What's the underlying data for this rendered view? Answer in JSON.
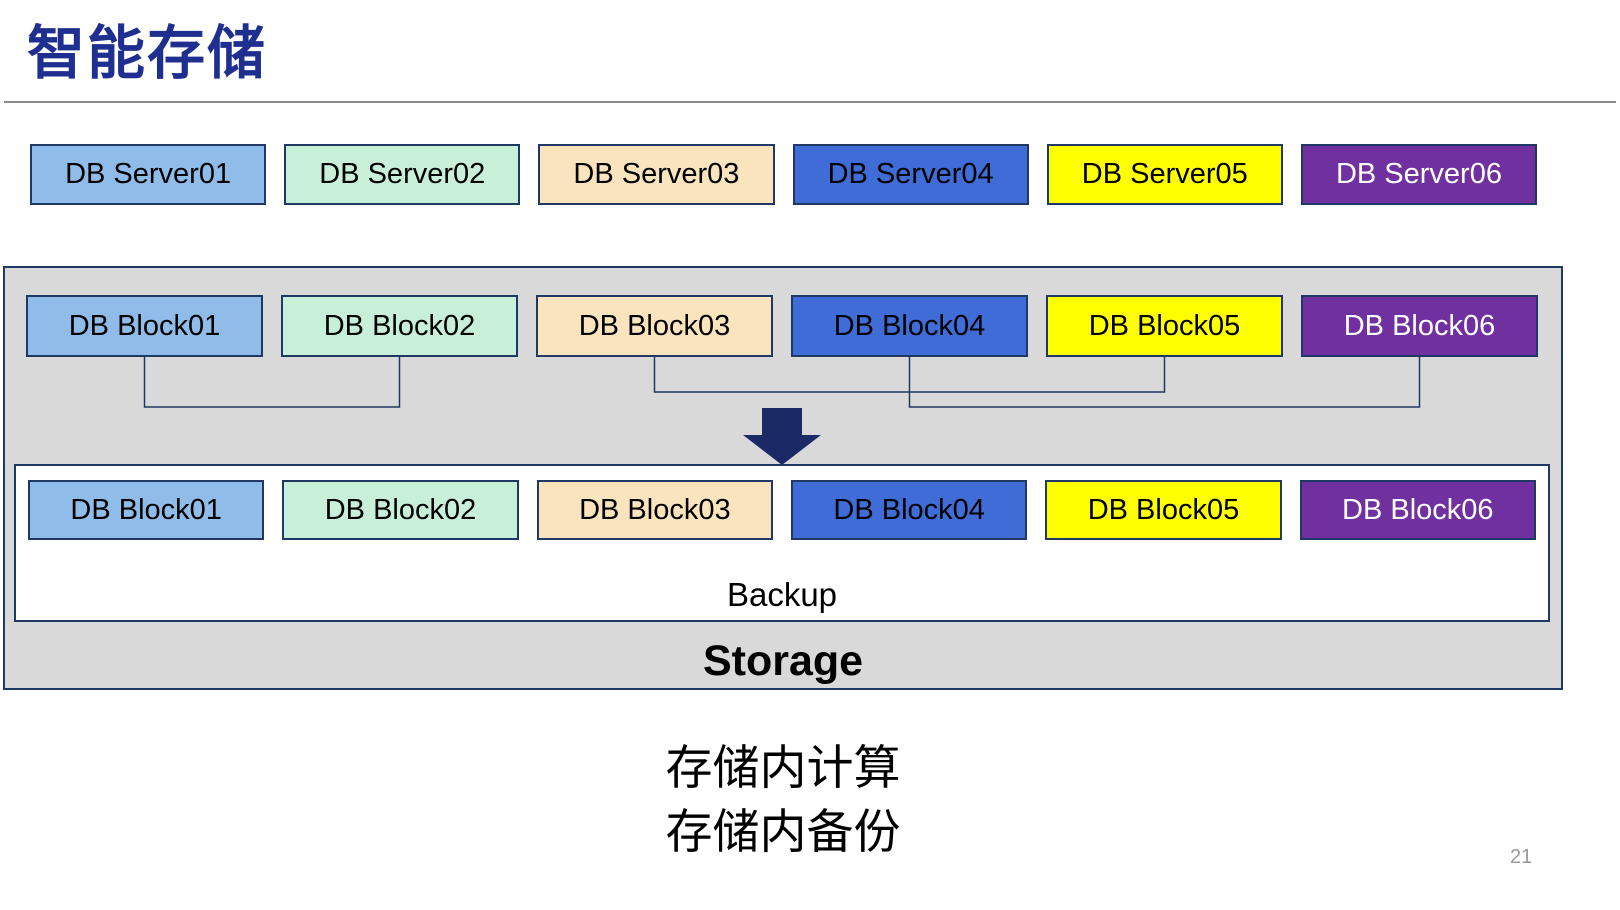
{
  "slide": {
    "title": "智能存储",
    "page_number": "21",
    "caption_lines": [
      "存储内计算",
      "存储内备份"
    ]
  },
  "server_row": [
    {
      "label": "DB Server01",
      "bg": "#8FBCE8",
      "fg": "#000000"
    },
    {
      "label": "DB Server02",
      "bg": "#C8F0D8",
      "fg": "#000000"
    },
    {
      "label": "DB Server03",
      "bg": "#F9E4BE",
      "fg": "#000000"
    },
    {
      "label": "DB Server04",
      "bg": "#3F6CD6",
      "fg": "#000000"
    },
    {
      "label": "DB Server05",
      "bg": "#FFFF00",
      "fg": "#000000"
    },
    {
      "label": "DB Server06",
      "bg": "#7030A0",
      "fg": "#FFFFFF"
    }
  ],
  "storage_container": {
    "blocks_top": [
      {
        "label": "DB Block01",
        "bg": "#8FBCE8",
        "fg": "#000000"
      },
      {
        "label": "DB Block02",
        "bg": "#C8F0D8",
        "fg": "#000000"
      },
      {
        "label": "DB Block03",
        "bg": "#F9E4BE",
        "fg": "#000000"
      },
      {
        "label": "DB Block04",
        "bg": "#3F6CD6",
        "fg": "#000000"
      },
      {
        "label": "DB Block05",
        "bg": "#FFFF00",
        "fg": "#000000"
      },
      {
        "label": "DB Block06",
        "bg": "#7030A0",
        "fg": "#FFFFFF"
      }
    ],
    "blocks_bottom": [
      {
        "label": "DB Block01",
        "bg": "#8FBCE8",
        "fg": "#000000"
      },
      {
        "label": "DB Block02",
        "bg": "#C8F0D8",
        "fg": "#000000"
      },
      {
        "label": "DB Block03",
        "bg": "#F9E4BE",
        "fg": "#000000"
      },
      {
        "label": "DB Block04",
        "bg": "#3F6CD6",
        "fg": "#000000"
      },
      {
        "label": "DB Block05",
        "bg": "#FFFF00",
        "fg": "#000000"
      },
      {
        "label": "DB Block06",
        "bg": "#7030A0",
        "fg": "#FFFFFF"
      }
    ],
    "backup_label": "Backup",
    "storage_label": "Storage"
  },
  "colors": {
    "title": "#1F2F8F",
    "box_border": "#1F3864",
    "container_bg": "#D9D9D9",
    "connector": "#1F3864",
    "arrow": "#1B2A66",
    "divider": "#8C8C8C",
    "page_number": "#999999"
  }
}
